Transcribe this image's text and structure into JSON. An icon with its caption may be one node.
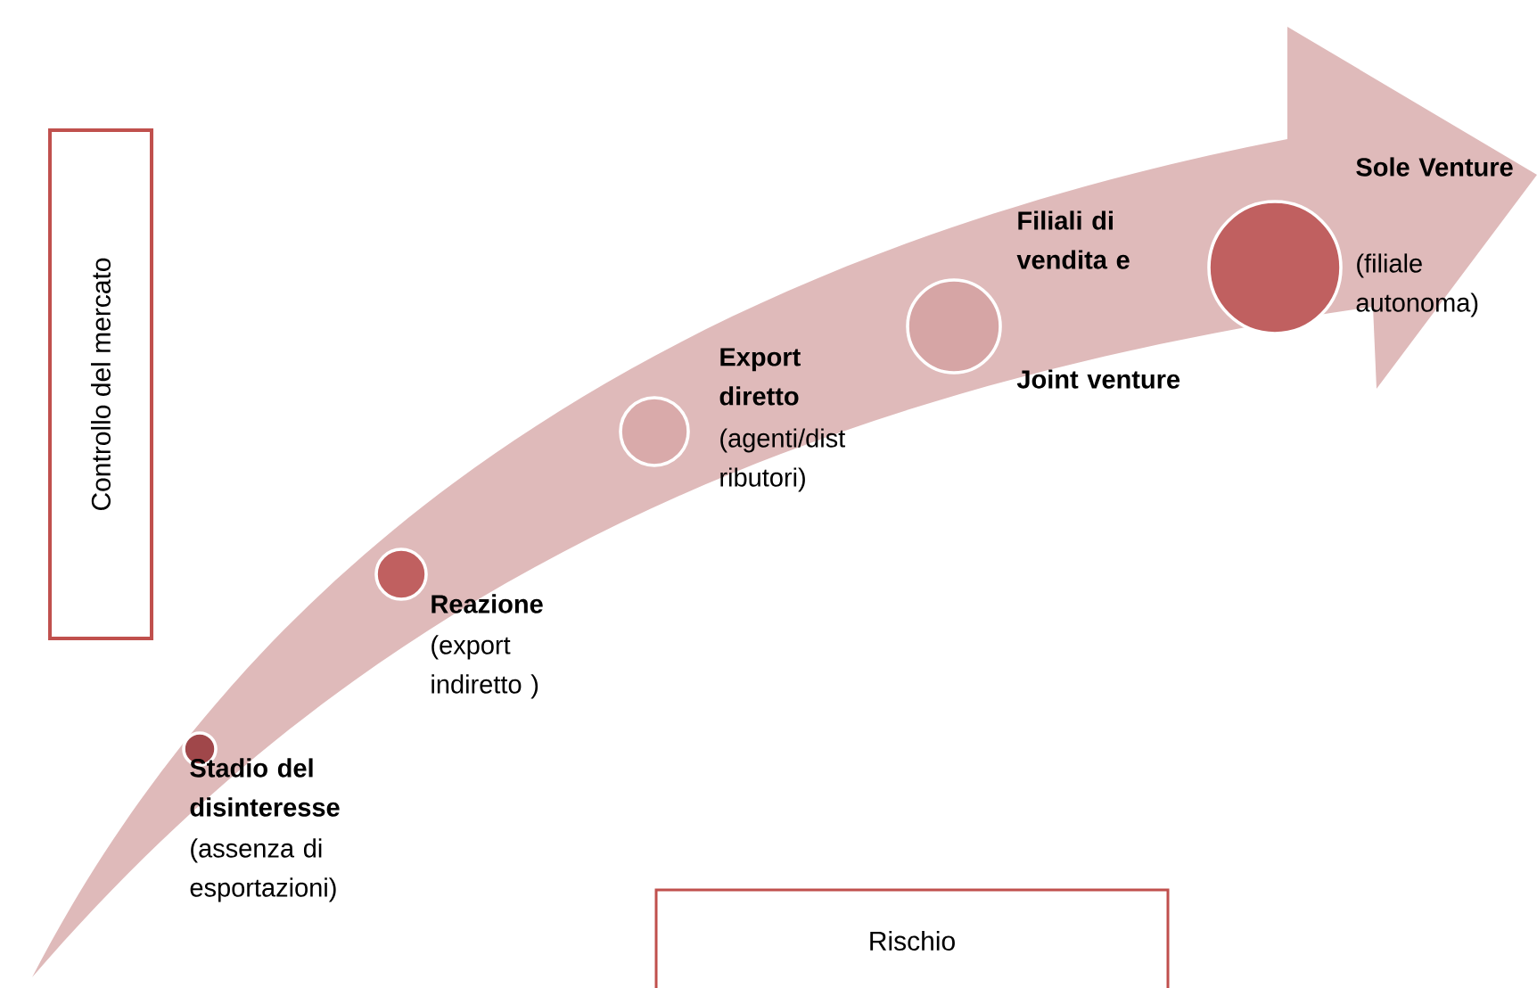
{
  "diagram": {
    "nodes": [
      {
        "text": [
          "Controllo del mercato"
        ]
      },
      {
        "text": [],
        "shape": "circle",
        "beside": [
          "Stadio del disinteresse",
          "(assenza di esportazioni)"
        ]
      },
      {
        "text": [],
        "shape": "circle",
        "beside": [
          "Reazione",
          "(export indiretto )"
        ]
      },
      {
        "text": [],
        "shape": "circle",
        "beside": [
          "Export diretto",
          "(agenti/dist ributori)"
        ]
      },
      {
        "text": [],
        "shape": "circle",
        "beside": [
          "Filiali di vendita e",
          "Joint venture"
        ]
      },
      {
        "text": [],
        "shape": "circle",
        "beside": [
          "Sole Venture",
          "(filiale autonoma)"
        ]
      },
      {
        "text": [
          "Rischio"
        ]
      }
    ],
    "edges": []
  }
}
